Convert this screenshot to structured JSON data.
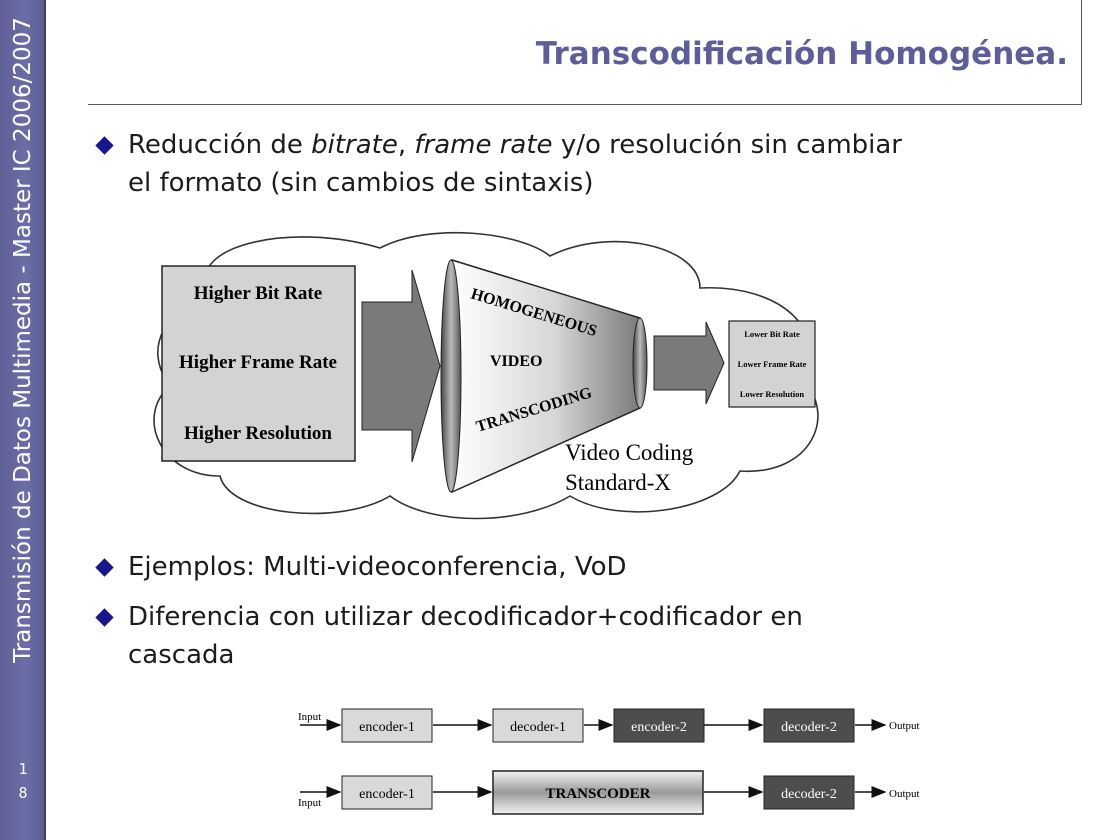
{
  "sidebar": {
    "vertical_text": "Transmisión de Datos Multimedia - Master IC 2006/2007",
    "page_number_line1": "1",
    "page_number_line2": "8"
  },
  "slide": {
    "title": "Transcodificación Homogénea.",
    "bullets": [
      {
        "parts": [
          "Reducción de ",
          "bitrate",
          ", ",
          "frame rate",
          " y/o resolución sin cambiar el formato (sin cambios de sintaxis)"
        ]
      },
      {
        "text": "Ejemplos: Multi-videoconferencia, VoD"
      },
      {
        "text": "Diferencia con utilizar decodificador+codificador en cascada"
      }
    ]
  },
  "figure1": {
    "input_box": [
      "Higher Bit Rate",
      "Higher Frame Rate",
      "Higher Resolution"
    ],
    "cone_labels": [
      "HOMOGENEOUS",
      "VIDEO",
      "TRANSCODING"
    ],
    "output_box": [
      "Lower Bit Rate",
      "Lower Frame Rate",
      "Lower Resolution"
    ],
    "cloud_caption": [
      "Video Coding",
      "Standard-X"
    ]
  },
  "figure2": {
    "row1": {
      "input": "Input",
      "blocks": [
        "encoder-1",
        "decoder-1",
        "encoder-2",
        "decoder-2"
      ],
      "output": "Output"
    },
    "row2": {
      "input": "Input",
      "blocks": [
        "encoder-1",
        "TRANSCODER",
        "decoder-2"
      ],
      "output": "Output"
    }
  },
  "colors": {
    "title": "#5d5e97",
    "sidebar": "#6b6ea6",
    "bullet": "#17178a"
  }
}
